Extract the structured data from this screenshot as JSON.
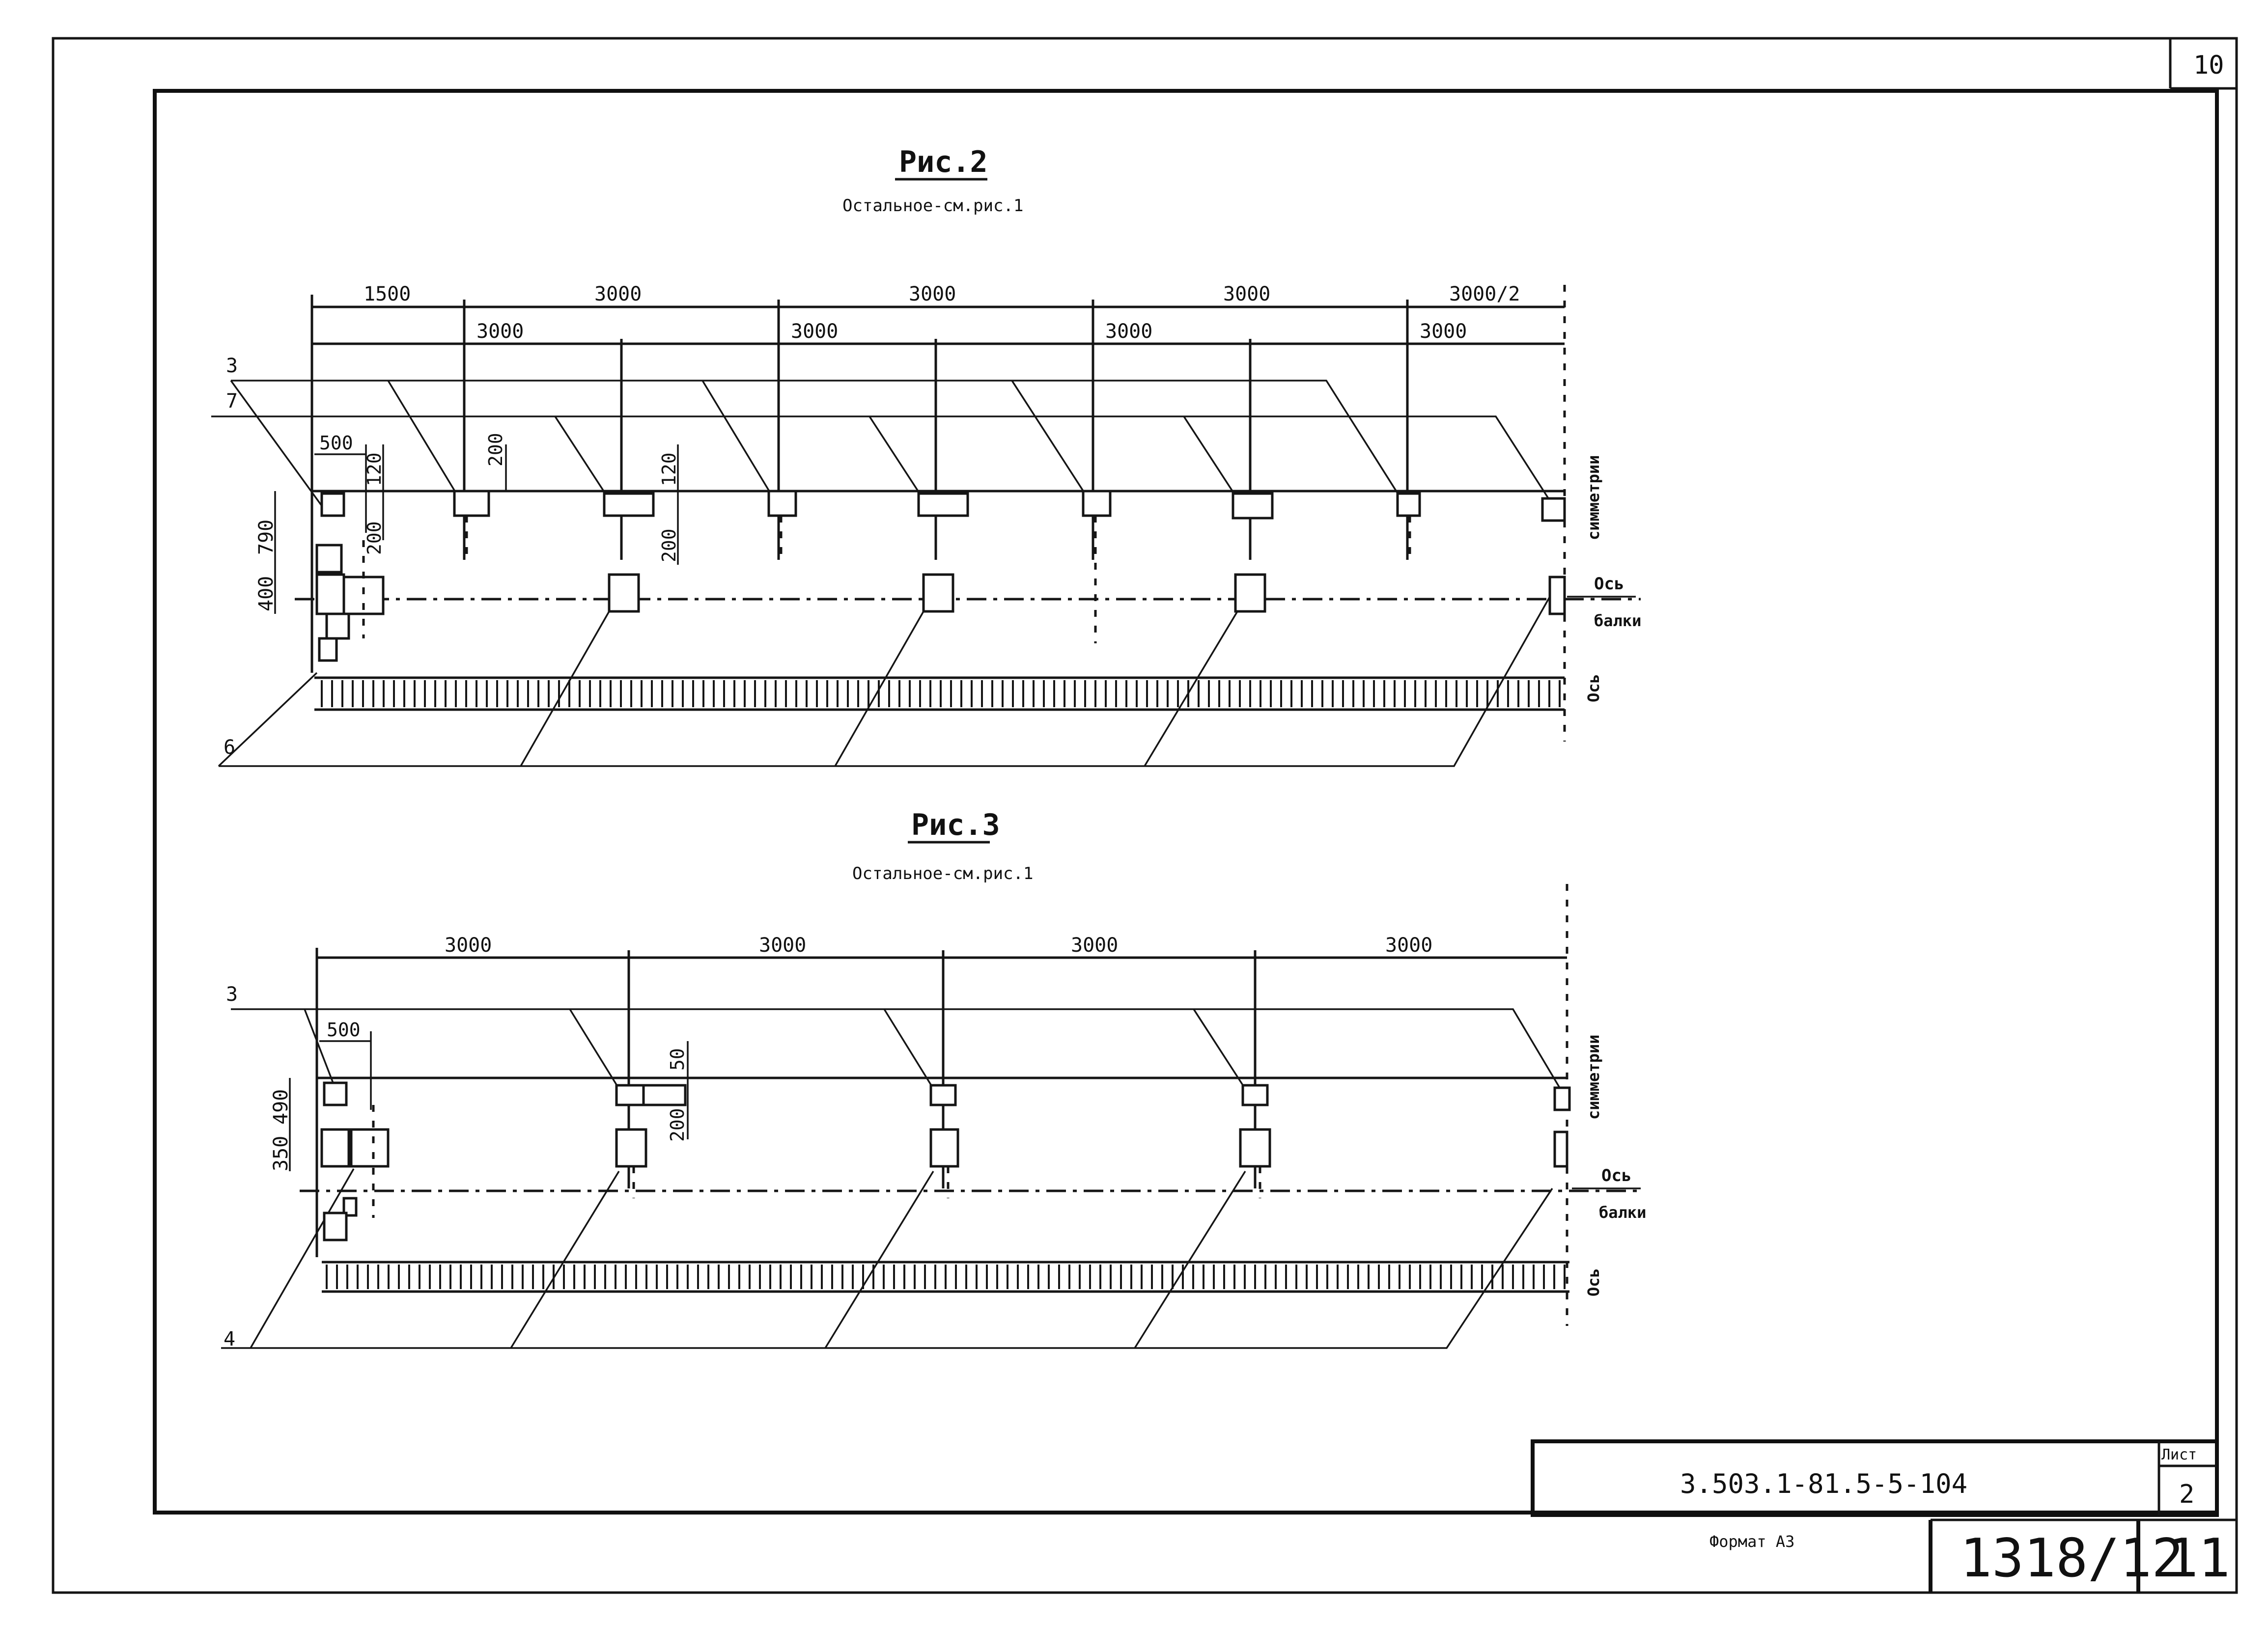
{
  "frame": {
    "corner_sheet_no": "10",
    "format_label": "Формат А3"
  },
  "title_block": {
    "doc_code": "3.503.1-81.5-5-104",
    "list_label": "Лист",
    "list_no": "2",
    "archive_no": "1318/12",
    "archive_sheet": "11"
  },
  "fig2": {
    "title": "Рис.2",
    "subtitle": "Остальное-см.рис.1",
    "top_dims": [
      "1500",
      "3000",
      "3000",
      "3000",
      "3000/2"
    ],
    "second_dims": [
      "3000",
      "3000",
      "3000",
      "3000"
    ],
    "leader_labels": [
      "3",
      "7",
      "6"
    ],
    "detail_dims": {
      "w500": "500",
      "h120a": "120",
      "h200a": "200",
      "v790": "790",
      "v400": "400",
      "h200b": "200",
      "h120b": "120",
      "h200c": "200"
    },
    "side_labels": {
      "symmetry": "симметрии",
      "beam_axis_1": "Ось",
      "beam_axis_2": "балки",
      "axis": "Ось"
    }
  },
  "fig3": {
    "title": "Рис.3",
    "subtitle": "Остальное-см.рис.1",
    "top_dims": [
      "3000",
      "3000",
      "3000",
      "3000"
    ],
    "leader_labels": [
      "3",
      "4"
    ],
    "detail_dims": {
      "w500": "500",
      "v490": "490",
      "v350": "350",
      "h50": "50",
      "h200": "200"
    },
    "side_labels": {
      "symmetry": "симметрии",
      "beam_axis_1": "Ось",
      "beam_axis_2": "балки",
      "axis": "Ось"
    }
  }
}
